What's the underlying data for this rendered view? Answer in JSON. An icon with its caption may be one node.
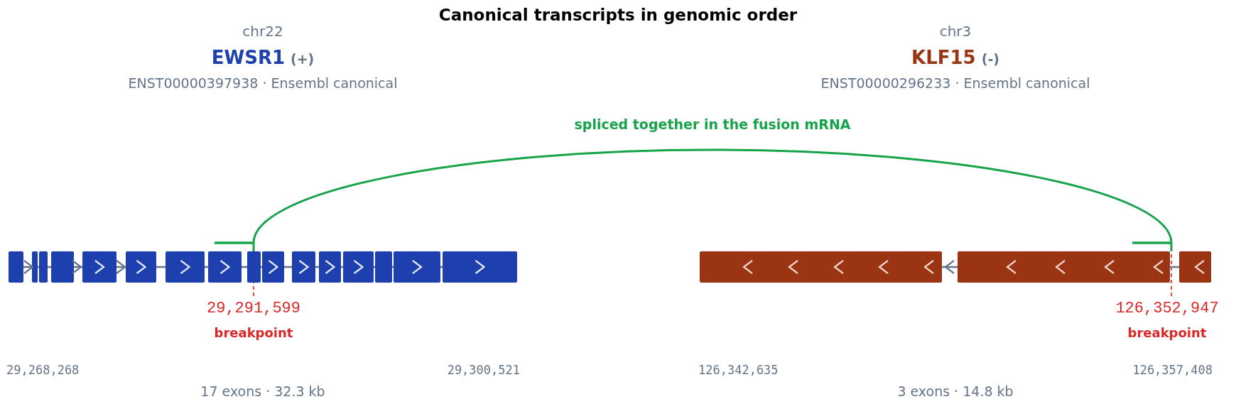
{
  "diagram": {
    "title": "Canonical transcripts in genomic order",
    "nodes": [
      {
        "text": [],
        "shape": "bar"
      },
      {
        "text": [],
        "shape": "bar"
      }
    ],
    "edges": [
      {
        "from": 0,
        "to": 1,
        "arrow": "none",
        "label": "spliced together in the fusion mRNA",
        "color": "#16a34a"
      }
    ],
    "labels": [
      "chr22",
      "EWSR1",
      "(+)",
      "ENST00000397938 · Ensembl canonical",
      "chr3",
      "KLF15",
      "(-)",
      "ENST00000296233 · Ensembl canonical",
      "29,291,599",
      "breakpoint",
      "126,352,947",
      "breakpoint",
      "29,268,268",
      "29,300,521",
      "126,342,635",
      "126,357,408",
      "17 exons · 32.3 kb",
      "3 exons · 14.8 kb"
    ]
  }
}
